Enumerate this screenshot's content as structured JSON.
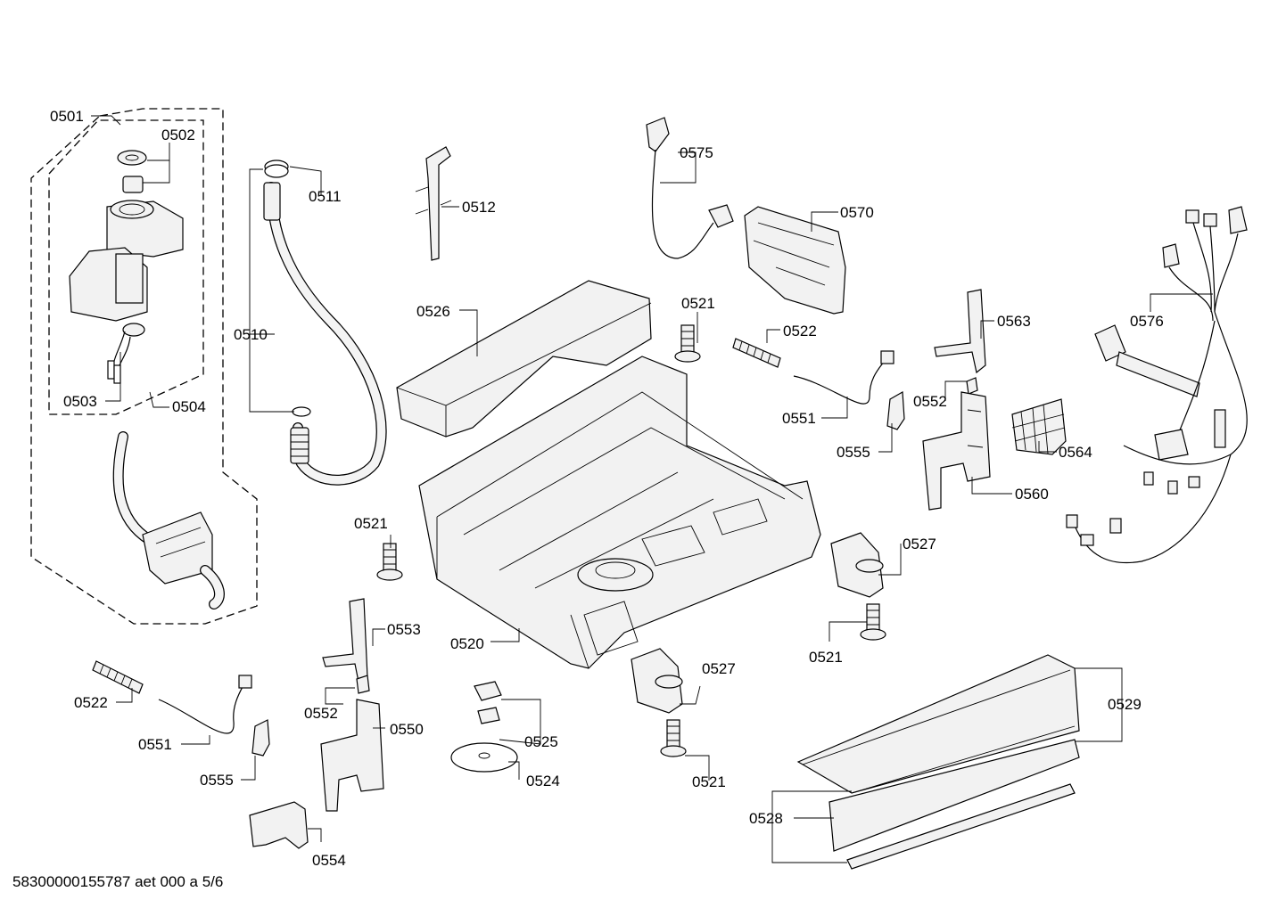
{
  "footer_text": "58300000155787 aet 000 a 5/6",
  "labels": {
    "0501": "0501",
    "0502": "0502",
    "0503": "0503",
    "0504": "0504",
    "0510": "0510",
    "0511": "0511",
    "0512": "0512",
    "0520": "0520",
    "0521": "0521",
    "0522": "0522",
    "0524": "0524",
    "0525": "0525",
    "0526": "0526",
    "0527": "0527",
    "0528": "0528",
    "0529": "0529",
    "0550": "0550",
    "0551": "0551",
    "0552": "0552",
    "0553": "0553",
    "0554": "0554",
    "0555": "0555",
    "0560": "0560",
    "0563": "0563",
    "0564": "0564",
    "0570": "0570",
    "0575": "0575",
    "0576": "0576"
  }
}
